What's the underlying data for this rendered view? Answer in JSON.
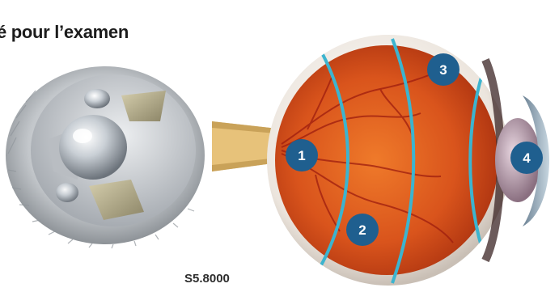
{
  "title": "é pour l’examen",
  "product_code": "S5.8000",
  "markers": [
    "1",
    "2",
    "3",
    "4"
  ],
  "colors": {
    "marker": "#1f5f8f",
    "zone_line": "#3cb4cf",
    "retina": "#d94b18",
    "sclera": "#f2ede8",
    "lens_housing": "#c8ccd1"
  }
}
